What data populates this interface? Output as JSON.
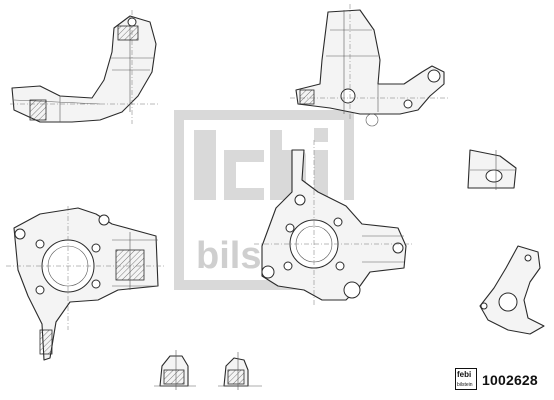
{
  "part_number": "1002628",
  "logo": {
    "brand_text": "febi",
    "sub_text": "bilstein"
  },
  "watermark": {
    "brand_text": "febi",
    "sub_text": "bilstein"
  },
  "icons": [
    "steering-knuckle-drawing",
    "brand-logo-icon",
    "watermark-logo"
  ],
  "colors": {
    "line": "#2b2b2b",
    "watermark": "#d9d9d9",
    "background": "#ffffff"
  }
}
